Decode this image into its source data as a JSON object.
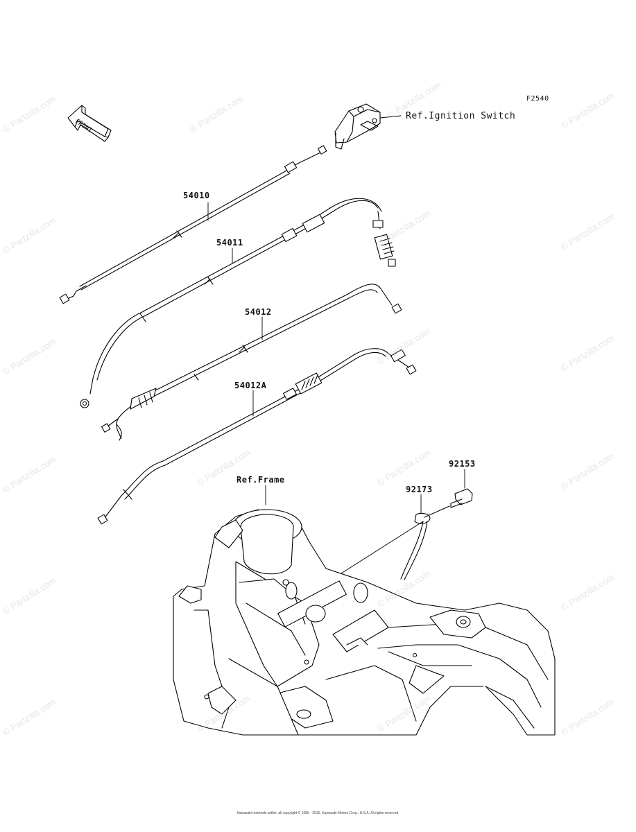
{
  "figure_code": "F2540",
  "front_label": "FRONT",
  "references": {
    "ignition": "Ref.Ignition Switch",
    "frame": "Ref.Frame"
  },
  "parts": {
    "p54010": "54010",
    "p54011": "54011",
    "p54012": "54012",
    "p54012A": "54012A",
    "p92153": "92153",
    "p92173": "92173"
  },
  "watermark": "© Partzilla.com",
  "copyright": "Kawasaki materials within, all copyright © 1985 - 2015, Kawasaki Motors Corp., U.S.A. All rights reserved."
}
